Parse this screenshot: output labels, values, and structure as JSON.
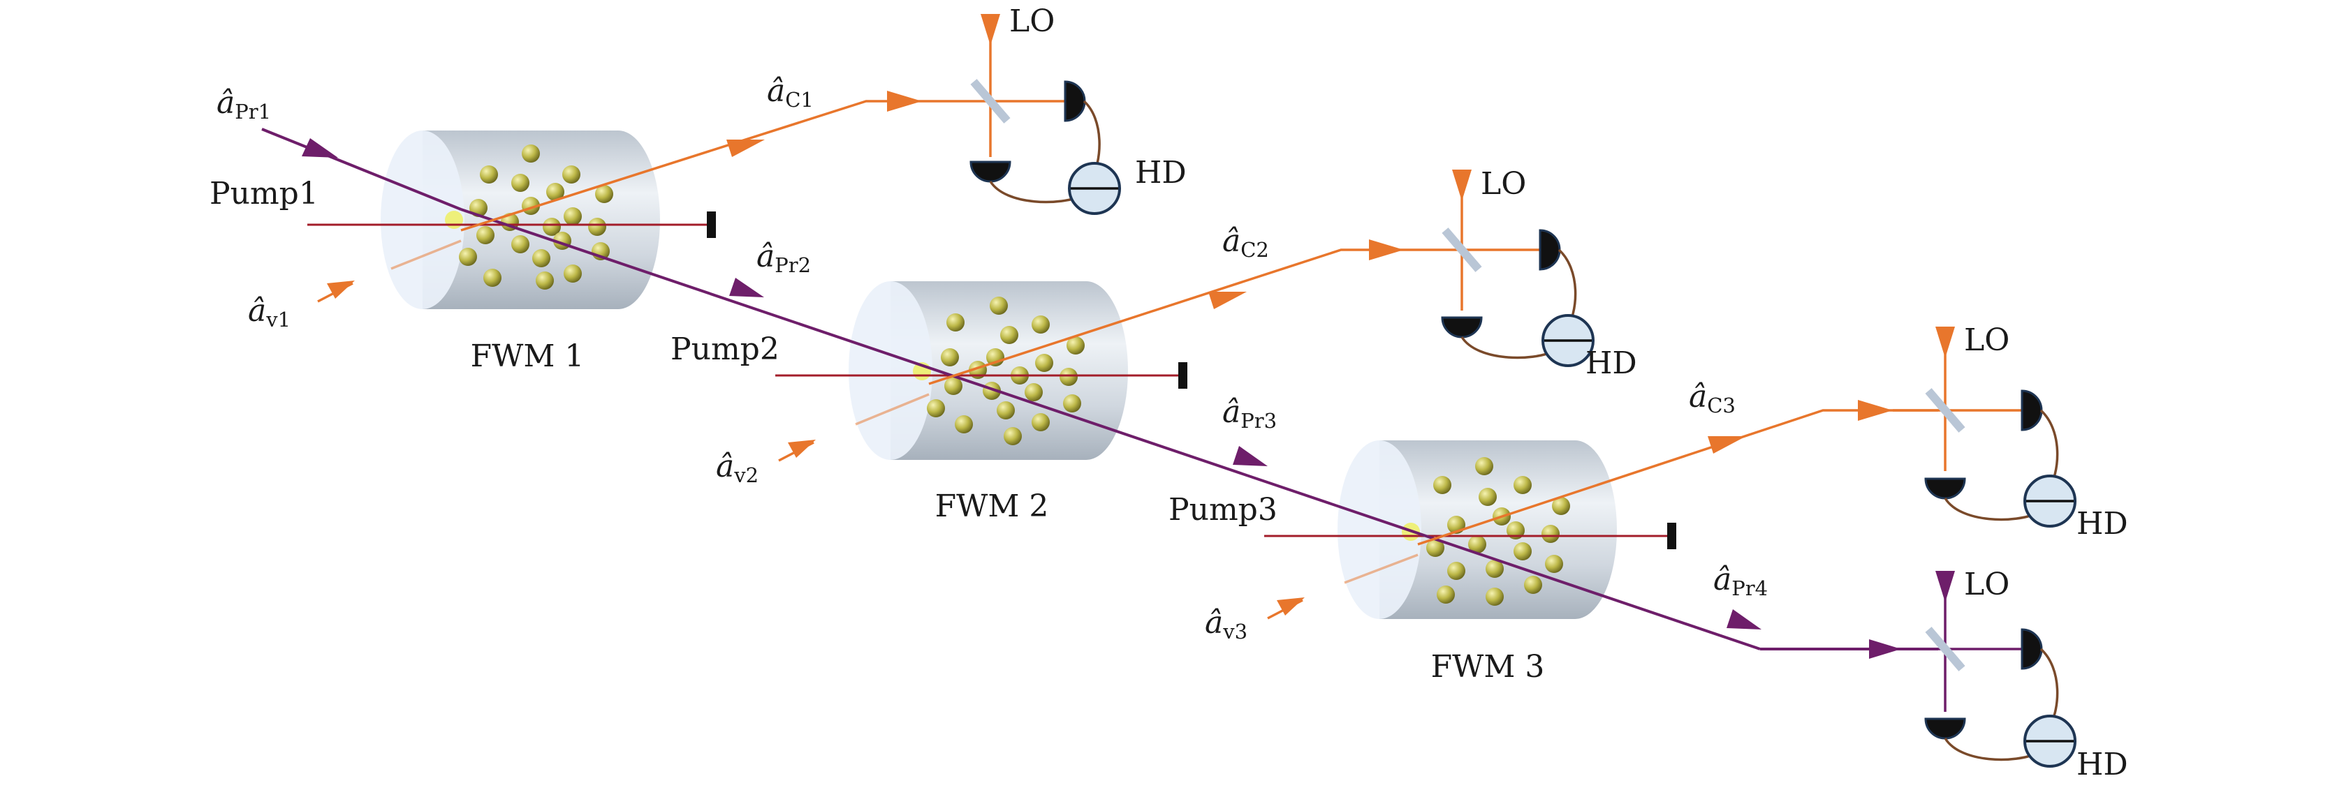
{
  "colors": {
    "probe": "#6e1e6a",
    "conjugate": "#e8762c",
    "pump": "#a31d2a",
    "lo": "#e8762c",
    "atom": "#b9b54a",
    "cell_body": "#d3d9e0",
    "cell_face": "#eaf1fa",
    "detector_wire": "#7a4a2a",
    "hd_fill": "#d8e6f2",
    "hd_stroke": "#1e3553",
    "beam_splitter": "#b9c6d6"
  },
  "cells": [
    {
      "label": "FWM 1",
      "pump": "Pump1"
    },
    {
      "label": "FWM 2",
      "pump": "Pump2"
    },
    {
      "label": "FWM 3",
      "pump": "Pump3"
    }
  ],
  "probe_labels": [
    {
      "hat": "â",
      "sub": "Pr1"
    },
    {
      "hat": "â",
      "sub": "Pr2"
    },
    {
      "hat": "â",
      "sub": "Pr3"
    },
    {
      "hat": "â",
      "sub": "Pr4"
    }
  ],
  "conjugate_labels": [
    {
      "hat": "â",
      "sub": "C1"
    },
    {
      "hat": "â",
      "sub": "C2"
    },
    {
      "hat": "â",
      "sub": "C3"
    }
  ],
  "vacuum_labels": [
    {
      "hat": "â",
      "sub": "v1"
    },
    {
      "hat": "â",
      "sub": "v2"
    },
    {
      "hat": "â",
      "sub": "v3"
    }
  ],
  "detectors": [
    {
      "lo": "LO",
      "hd": "HD",
      "beam": "conjugate"
    },
    {
      "lo": "LO",
      "hd": "HD",
      "beam": "conjugate"
    },
    {
      "lo": "LO",
      "hd": "HD",
      "beam": "conjugate"
    },
    {
      "lo": "LO",
      "hd": "HD",
      "beam": "probe"
    }
  ]
}
